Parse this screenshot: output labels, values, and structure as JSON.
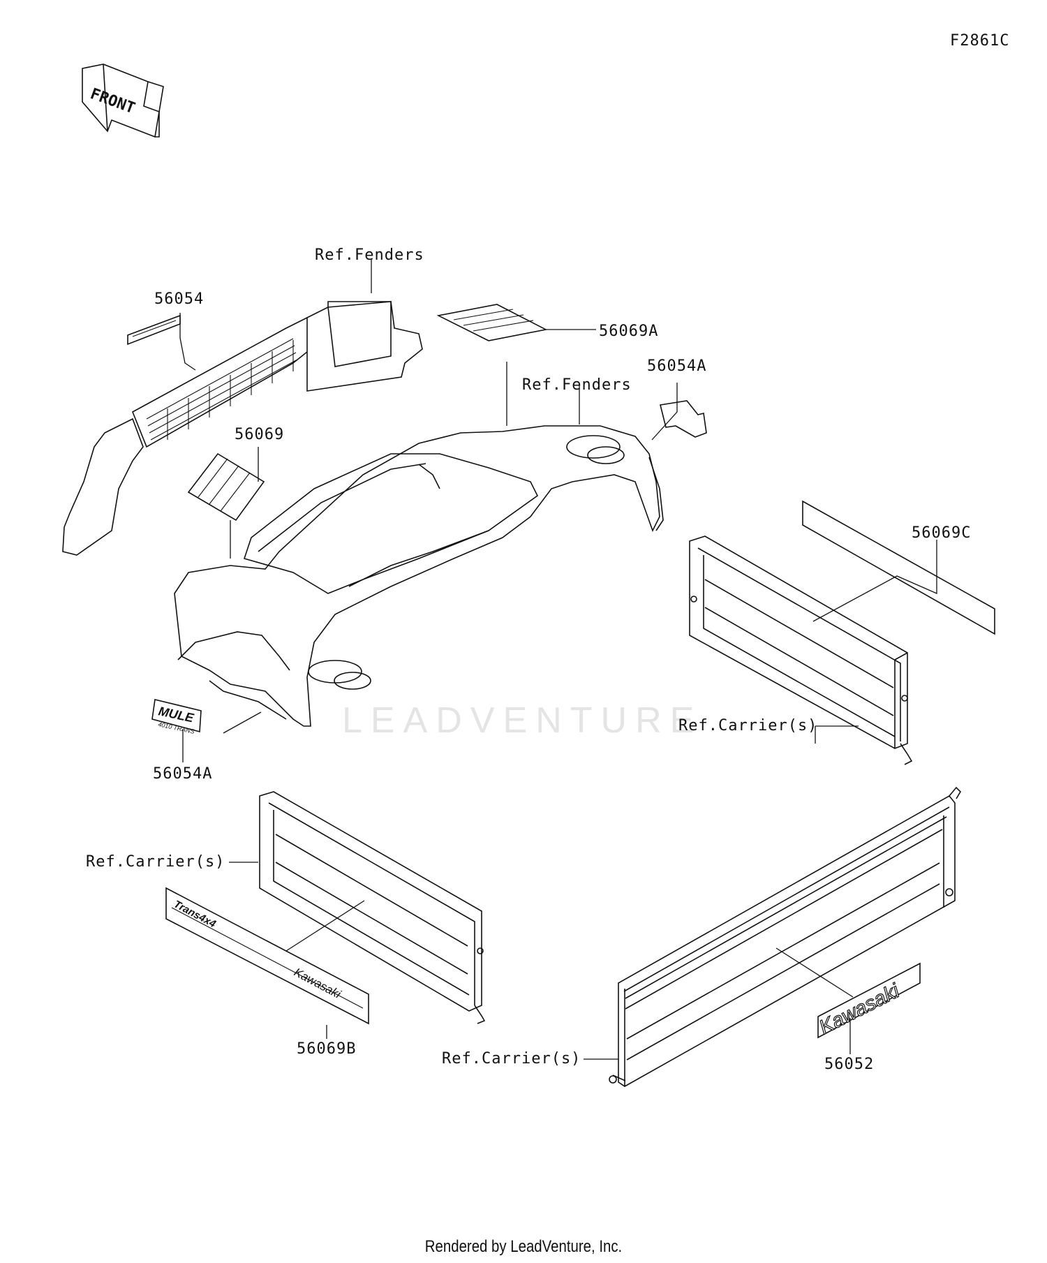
{
  "diagram_id": "F2861C",
  "front_arrow_label": "FRONT",
  "watermark": "LEADVENTURE",
  "footer": "Rendered by LeadVenture, Inc.",
  "decals": {
    "mule": "MULE",
    "mule_sub": "4010 TRANS",
    "trans": "Trans4x4",
    "kawasaki_small": "Kawasaki",
    "kawasaki_large": "Kawasaki"
  },
  "callouts": {
    "ref_fenders_top": "Ref.Fenders",
    "p56054": "56054",
    "p56069A": "56069A",
    "ref_fenders_mid": "Ref.Fenders",
    "p56054A_top": "56054A",
    "p56069": "56069",
    "p56069C": "56069C",
    "ref_carrier_right": "Ref.Carrier(s)",
    "p56054A_bottom": "56054A",
    "ref_carrier_left": "Ref.Carrier(s)",
    "p56069B": "56069B",
    "ref_carrier_bottom": "Ref.Carrier(s)",
    "p56052": "56052"
  }
}
